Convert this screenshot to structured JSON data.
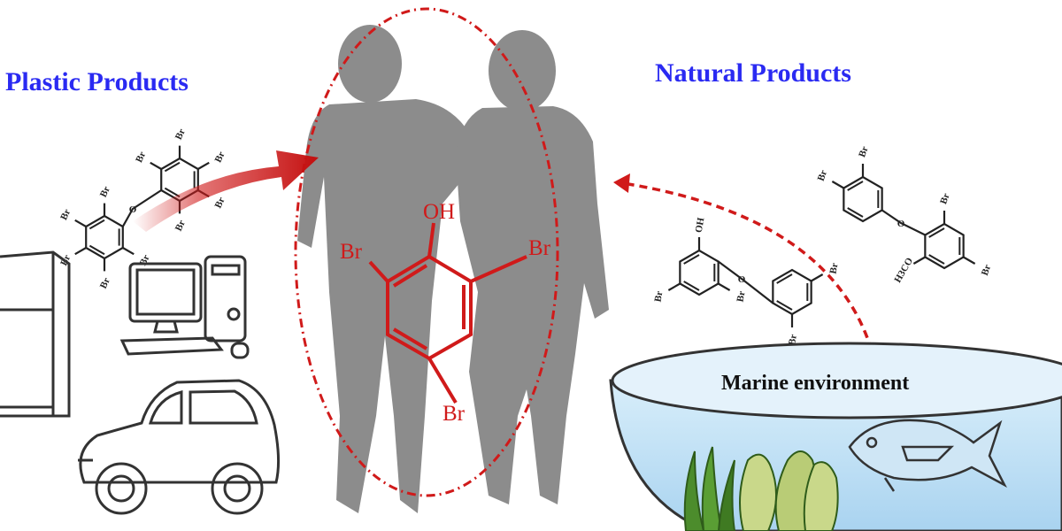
{
  "headings": {
    "plastic": "Plastic Products",
    "natural": "Natural Products"
  },
  "marine_label": "Marine environment",
  "center_molecule": {
    "oh": "OH",
    "br_left": "Br",
    "br_right": "Br",
    "br_bottom": "Br"
  },
  "plastic_molecule": {
    "linker": "O",
    "substituents": [
      "Br",
      "Br",
      "Br",
      "Br",
      "Br",
      "Br",
      "Br",
      "Br",
      "Br",
      "Br"
    ]
  },
  "natural_molecule_1": {
    "linker": "O",
    "substituents": [
      "OH",
      "Br",
      "Br",
      "Br",
      "Br"
    ]
  },
  "natural_molecule_2": {
    "linker": "O",
    "substituents": [
      "Br",
      "Br",
      "Br",
      "Br",
      "H3CO"
    ]
  },
  "colors": {
    "heading": "#2a2af2",
    "accent_red": "#d01a1a",
    "silhouette": "#8c8c8c",
    "water": "#bfe0f5"
  }
}
